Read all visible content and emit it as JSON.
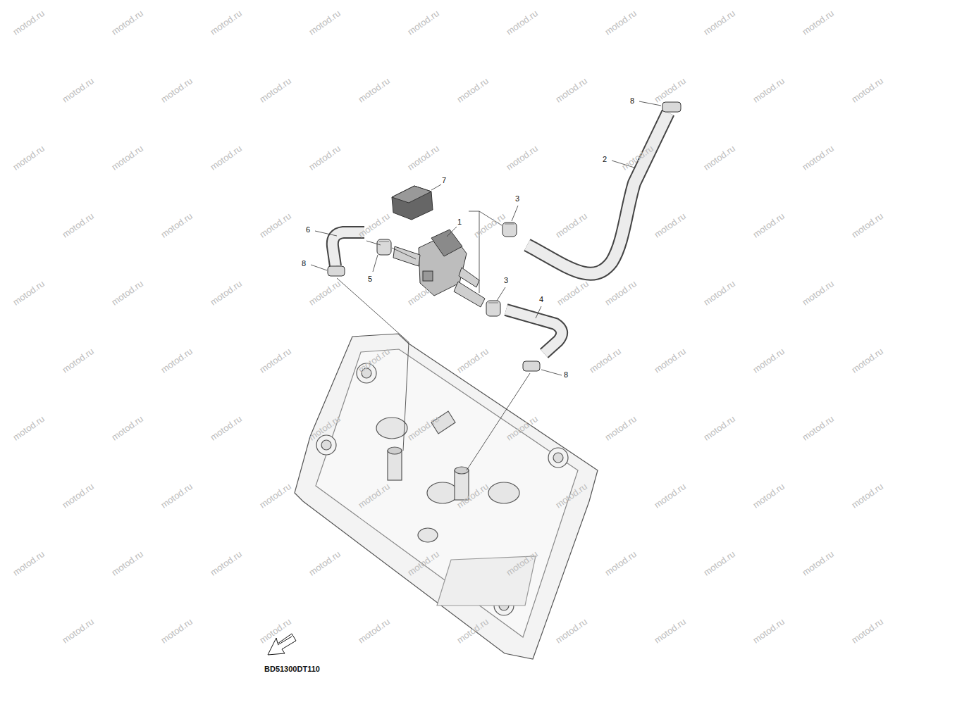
{
  "diagram": {
    "labels": [
      "8",
      "2",
      "7",
      "3",
      "1",
      "6",
      "5",
      "8",
      "3",
      "4",
      "8",
      "BD51300DT110",
      "motod.ru",
      "motod.ru",
      "motod.ru",
      "motod.ru",
      "motod.ru",
      "motod.ru",
      "motod.ru",
      "motod.ru",
      "motod.ru",
      "motod.ru",
      "motod.ru",
      "motod.ru",
      "motod.ru",
      "motod.ru",
      "motod.ru",
      "motod.ru",
      "motod.ru",
      "motod.ru",
      "motod.ru",
      "motod.ru",
      "motod.ru",
      "motod.ru",
      "motod.ru",
      "motod.ru",
      "motod.ru",
      "motod.ru",
      "motod.ru",
      "motod.ru",
      "motod.ru",
      "motod.ru",
      "motod.ru",
      "motod.ru",
      "motod.ru",
      "motod.ru",
      "motod.ru",
      "motod.ru",
      "motod.ru",
      "motod.ru",
      "motod.ru",
      "motod.ru",
      "motod.ru",
      "motod.ru",
      "motod.ru",
      "motod.ru",
      "motod.ru",
      "motod.ru",
      "motod.ru",
      "motod.ru",
      "motod.ru",
      "motod.ru",
      "motod.ru",
      "motod.ru",
      "motod.ru",
      "motod.ru",
      "motod.ru",
      "motod.ru",
      "motod.ru",
      "motod.ru",
      "motod.ru",
      "motod.ru",
      "motod.ru",
      "motod.ru",
      "motod.ru",
      "motod.ru",
      "motod.ru",
      "motod.ru",
      "motod.ru",
      "motod.ru",
      "motod.ru",
      "motod.ru",
      "motod.ru",
      "motod.ru",
      "motod.ru",
      "motod.ru",
      "motod.ru",
      "motod.ru",
      "motod.ru",
      "motod.ru",
      "motod.ru",
      "motod.ru",
      "motod.ru",
      "motod.ru",
      "motod.ru",
      "motod.ru",
      "motod.ru",
      "motod.ru",
      "motod.ru",
      "motod.ru",
      "motod.ru",
      "motod.ru"
    ]
  }
}
